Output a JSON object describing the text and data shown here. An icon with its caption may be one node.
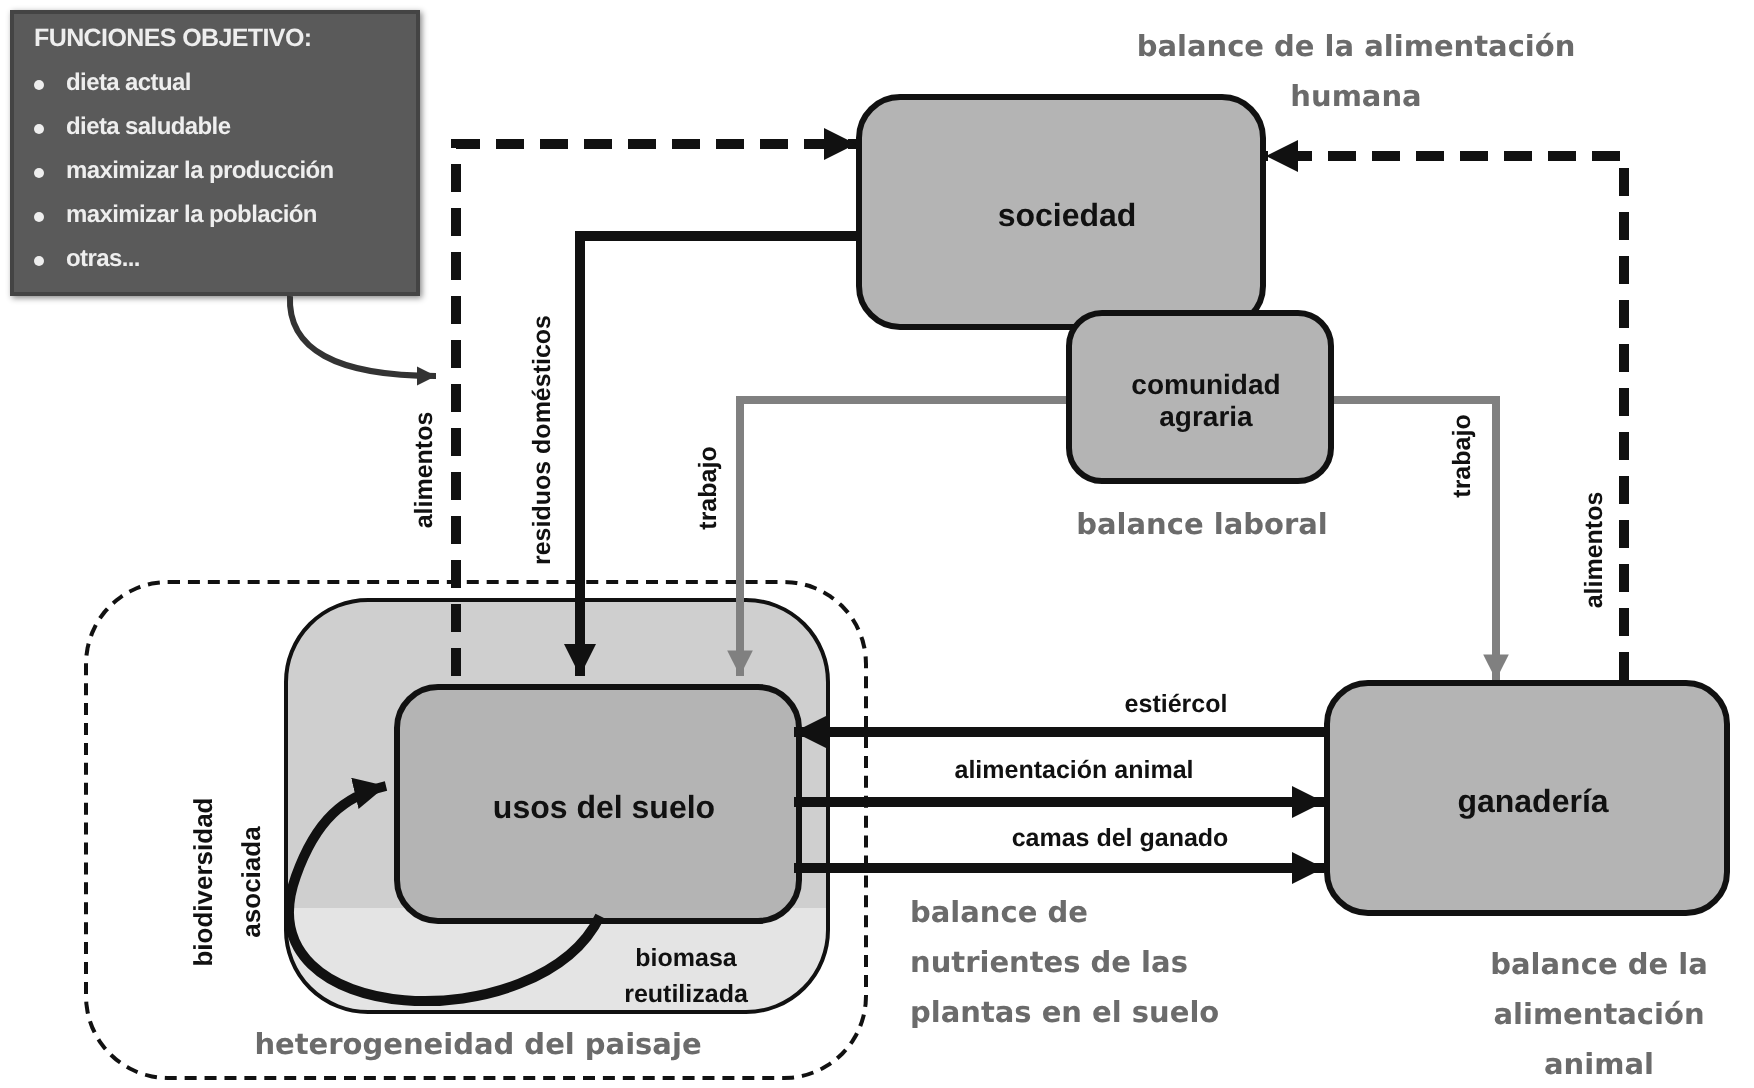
{
  "diagram": {
    "nodes": [
      {
        "text": [
          "FUNCIONES OBJETIVO:",
          "dieta actual",
          "dieta saludable",
          "maximizar la producción",
          "maximizar la población",
          "otras..."
        ]
      },
      {
        "text": [
          "heterogeneidad del paisaje"
        ]
      },
      {
        "text": [
          "biodiversidad asociada"
        ],
        "in": 1
      },
      {
        "text": [
          "usos del suelo"
        ],
        "in": 2
      },
      {
        "text": [
          "sociedad"
        ],
        "beside": [
          "balance de la alimentación humana"
        ]
      },
      {
        "text": [
          "comunidad agraria"
        ],
        "beside": [
          "balance laboral"
        ]
      },
      {
        "text": [
          "ganadería"
        ],
        "beside": [
          "balance de la alimentación animal"
        ]
      }
    ],
    "edges": [
      {
        "from": 3,
        "to": 4,
        "arrow": "to",
        "label": "alimentos",
        "style": "dashed"
      },
      {
        "from": 4,
        "to": 3,
        "arrow": "to",
        "label": "residuos domésticos"
      },
      {
        "from": 5,
        "to": 3,
        "arrow": "to",
        "label": "trabajo",
        "color": "#808080"
      },
      {
        "from": 5,
        "to": 6,
        "arrow": "to",
        "label": "trabajo",
        "color": "#808080"
      },
      {
        "from": 6,
        "to": 4,
        "arrow": "to",
        "label": "alimentos",
        "style": "dashed"
      },
      {
        "from": 6,
        "to": 3,
        "arrow": "to",
        "label": "estiércol"
      },
      {
        "from": 3,
        "to": 6,
        "arrow": "to",
        "label": "alimentación animal"
      },
      {
        "from": 3,
        "to": 6,
        "arrow": "to",
        "label": "camas del ganado"
      },
      {
        "from": 3,
        "to": 3,
        "arrow": "to",
        "label": "biomasa reutilizada"
      },
      {
        "from": 0,
        "to": null,
        "arrow": "to"
      }
    ],
    "labels": [
      "balance de nutrientes de las plantas en el suelo"
    ]
  }
}
